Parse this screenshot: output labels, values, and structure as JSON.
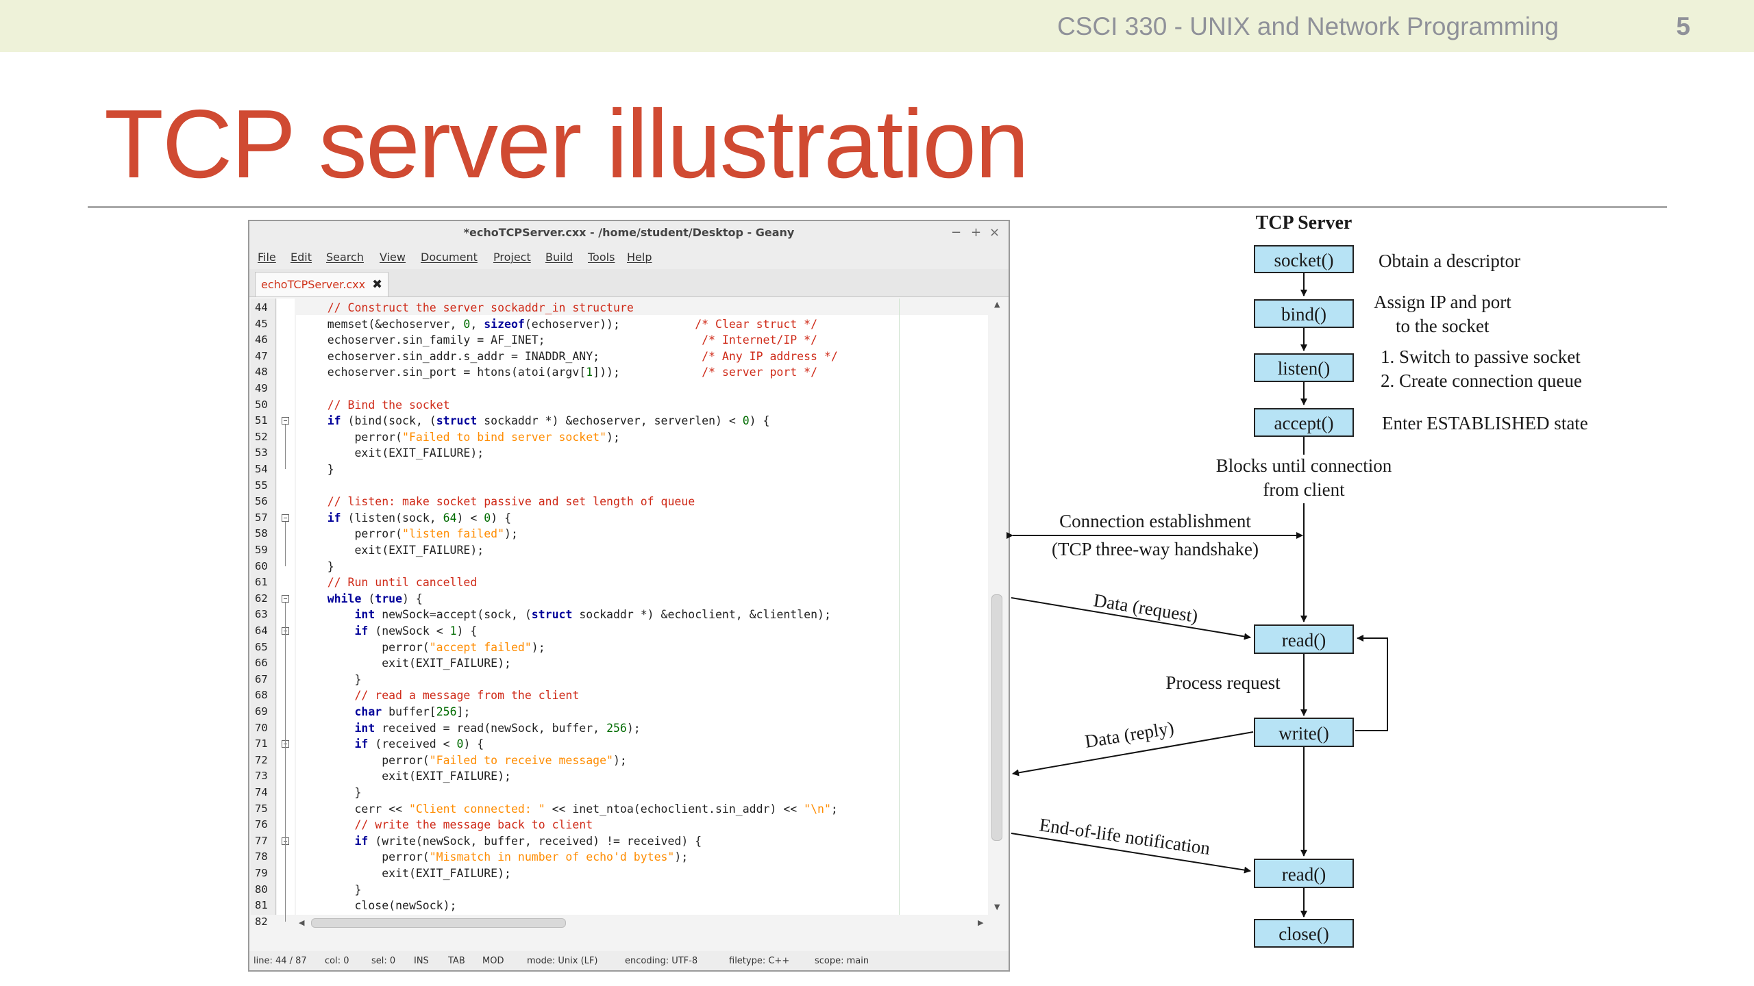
{
  "slide": {
    "course": "CSCI 330 - UNIX and Network Programming",
    "page": "5",
    "title": "TCP server illustration",
    "colors": {
      "title": "#d04a32",
      "header_band": "#eef2d9",
      "box_fill": "#b7e3f5"
    }
  },
  "editor": {
    "window_title": "*echoTCPServer.cxx - /home/student/Desktop - Geany",
    "window_buttons": [
      "−",
      "+",
      "×"
    ],
    "menus": [
      "File",
      "Edit",
      "Search",
      "View",
      "Document",
      "Project",
      "Build",
      "Tools",
      "Help"
    ],
    "tab_label": "echoTCPServer.cxx",
    "tab_close_icon": "close-icon",
    "line_numbers": [
      "44",
      "45",
      "46",
      "47",
      "48",
      "49",
      "50",
      "51",
      "52",
      "53",
      "54",
      "55",
      "56",
      "57",
      "58",
      "59",
      "60",
      "61",
      "62",
      "63",
      "64",
      "65",
      "66",
      "67",
      "68",
      "69",
      "70",
      "71",
      "72",
      "73",
      "74",
      "75",
      "76",
      "77",
      "78",
      "79",
      "80",
      "81",
      "82"
    ],
    "code_lines": [
      "    // Construct the server sockaddr_in structure",
      "    memset(&echoserver, 0, sizeof(echoserver));           /* Clear struct */",
      "    echoserver.sin_family = AF_INET;                       /* Internet/IP */",
      "    echoserver.sin_addr.s_addr = INADDR_ANY;               /* Any IP address */",
      "    echoserver.sin_port = htons(atoi(argv[1]));            /* server port */",
      "",
      "    // Bind the socket",
      "    if (bind(sock, (struct sockaddr *) &echoserver, serverlen) < 0) {",
      "        perror(\"Failed to bind server socket\");",
      "        exit(EXIT_FAILURE);",
      "    }",
      "",
      "    // listen: make socket passive and set length of queue",
      "    if (listen(sock, 64) < 0) {",
      "        perror(\"listen failed\");",
      "        exit(EXIT_FAILURE);",
      "    }",
      "    // Run until cancelled",
      "    while (true) {",
      "        int newSock=accept(sock, (struct sockaddr *) &echoclient, &clientlen);",
      "        if (newSock < 1) {",
      "            perror(\"accept failed\");",
      "            exit(EXIT_FAILURE);",
      "        }",
      "        // read a message from the client",
      "        char buffer[256];",
      "        int received = read(newSock, buffer, 256);",
      "        if (received < 0) {",
      "            perror(\"Failed to receive message\");",
      "            exit(EXIT_FAILURE);",
      "        }",
      "        cerr << \"Client connected: \" << inet_ntoa(echoclient.sin_addr) << \"\\n\";",
      "        // write the message back to client",
      "        if (write(newSock, buffer, received) != received) {",
      "            perror(\"Mismatch in number of echo'd bytes\");",
      "            exit(EXIT_FAILURE);",
      "        }",
      "        close(newSock);",
      "    }"
    ],
    "fold_marker_lines": [
      "51",
      "57",
      "62",
      "64",
      "71",
      "77"
    ],
    "status": {
      "line": "line: 44 / 87",
      "col": "col: 0",
      "sel": "sel: 0",
      "ins": "INS",
      "tab": "TAB",
      "mod": "MOD",
      "mode": "mode: Unix (LF)",
      "encoding": "encoding: UTF-8",
      "filetype": "filetype: C++",
      "scope": "scope: main"
    }
  },
  "diagram": {
    "title": "TCP Server",
    "boxes": {
      "socket": "socket()",
      "bind": "bind()",
      "listen": "listen()",
      "accept": "accept()",
      "read1": "read()",
      "write": "write()",
      "read2": "read()",
      "close": "close()"
    },
    "notes": {
      "socket": "Obtain a descriptor",
      "bind_line1": "Assign IP and port",
      "bind_line2": "to the socket",
      "listen_line1": "1. Switch to passive socket",
      "listen_line2": "2. Create connection queue",
      "accept": "Enter ESTABLISHED state",
      "blocks_line1": "Blocks until connection",
      "blocks_line2": "from client"
    },
    "arrow_labels": {
      "conn_line1": "Connection establishment",
      "conn_line2": "(TCP three-way handshake)",
      "request": "Data (request)",
      "process": "Process request",
      "reply": "Data (reply)",
      "eol": "End-of-life notification"
    }
  }
}
